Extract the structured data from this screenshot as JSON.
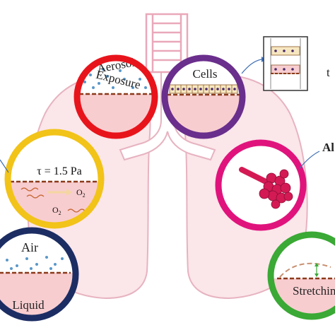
{
  "labels": {
    "aerosol_line1": "Aerosol",
    "aerosol_line2": "Exposure",
    "cells": "Cells",
    "shear_stress": "τ = 1.5 Pa",
    "oxygen_1": "O",
    "oxygen_2": "O",
    "oxygen_subscript": "2",
    "air": "Air",
    "liquid": "Liquid",
    "stretching": "Stretching",
    "right_cutoff_1": "t",
    "right_cutoff_2": "Al"
  },
  "colors": {
    "lung_fill": "#fbe6ea",
    "lung_outline": "#e7b3c0",
    "trachea": "#e9a8ba",
    "liquid": "#f8cdd0",
    "membrane": "#8b3a1a",
    "ring_red": "#e8141c",
    "ring_purple": "#6a2e8c",
    "ring_yellow": "#f2c318",
    "ring_magenta": "#e0137c",
    "ring_navy": "#1c2d63",
    "ring_green": "#3aa935",
    "droplet": "#5a98c8",
    "alveoli": "#d41a55",
    "cell_nucleus": "#4a2a6a",
    "cell_fill": "#f7e7c0"
  },
  "icons": [
    "aerosol-droplets-icon",
    "cell-monolayer-icon",
    "flow-arrow-icon",
    "alveoli-cluster-icon",
    "stretch-arrow-icon"
  ]
}
